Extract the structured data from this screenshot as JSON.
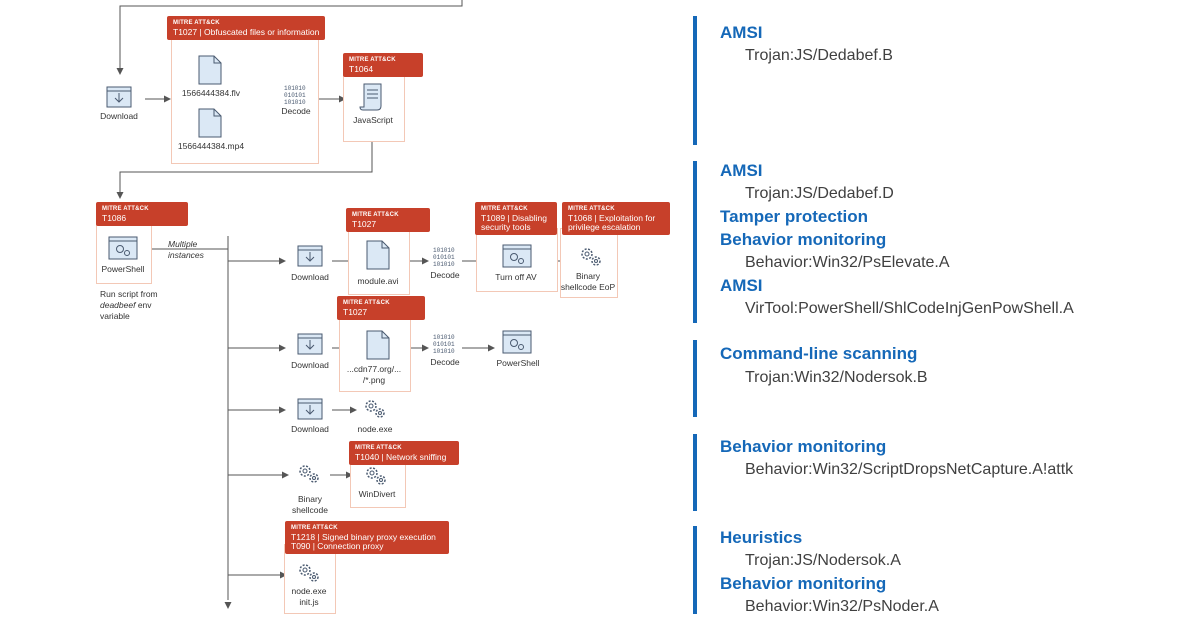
{
  "tags": {
    "t1027a": {
      "small": "MITRE ATT&CK",
      "main": "T1027 | Obfuscated files or information"
    },
    "t1064": {
      "small": "MITRE ATT&CK",
      "main": "T1064"
    },
    "t1086": {
      "small": "MITRE ATT&CK",
      "main": "T1086"
    },
    "t1027b": {
      "small": "MITRE ATT&CK",
      "main": "T1027"
    },
    "t1089": {
      "small": "MITRE ATT&CK",
      "main": "T1089 | Disabling security tools"
    },
    "t1068": {
      "small": "MITRE ATT&CK",
      "main": "T1068 | Exploitation for privilege escalation"
    },
    "t1027c": {
      "small": "MITRE ATT&CK",
      "main": "T1027"
    },
    "t1040": {
      "small": "MITRE ATT&CK",
      "main": "T1040 | Network sniffing"
    },
    "t1218": {
      "small": "MITRE ATT&CK",
      "main": "T1218 | Signed binary proxy execution",
      "main2": "T090 | Connection proxy"
    }
  },
  "labels": {
    "download1": "Download",
    "file_flv": "1566444384.flv",
    "file_mp4": "1566444384.mp4",
    "decode1": "Decode",
    "javascript": "JavaScript",
    "powershell1": "PowerShell",
    "run_script_1": "Run script from",
    "run_script_2": "deadbeef",
    "run_script_2b": " env",
    "run_script_3": "variable",
    "multiple_1": "Multiple",
    "multiple_2": "instances",
    "download2": "Download",
    "module_avi": "module.avi",
    "decode2": "Decode",
    "turn_off_av": "Turn off AV",
    "binary_eop_1": "Binary",
    "binary_eop_2": "shellcode EoP",
    "download3": "Download",
    "cdn_1": "...cdn77.org/...",
    "cdn_2": "/*.png",
    "decode3": "Decode",
    "powershell2": "PowerShell",
    "download4": "Download",
    "node_exe1": "node.exe",
    "binary_sc_1": "Binary",
    "binary_sc_2": "shellcode",
    "windivert": "WinDivert",
    "node_exe2": "node.exe",
    "init_js": "init.js"
  },
  "detections": [
    {
      "entries": [
        {
          "head": "AMSI",
          "detail": "Trojan:JS/Dedabef.B"
        }
      ]
    },
    {
      "entries": [
        {
          "head": "AMSI",
          "detail": "Trojan:JS/Dedabef.D"
        },
        {
          "head": "Tamper protection",
          "detail": ""
        },
        {
          "head": "Behavior monitoring",
          "detail": "Behavior:Win32/PsElevate.A"
        },
        {
          "head": "AMSI",
          "detail": "VirTool:PowerShell/ShlCodeInjGenPowShell.A"
        }
      ]
    },
    {
      "entries": [
        {
          "head": "Command-line scanning",
          "detail": "Trojan:Win32/Nodersok.B"
        }
      ]
    },
    {
      "entries": [
        {
          "head": "Behavior monitoring",
          "detail": "Behavior:Win32/ScriptDropsNetCapture.A!attk"
        }
      ]
    },
    {
      "entries": [
        {
          "head": "Heuristics",
          "detail": "Trojan:JS/Nodersok.A"
        },
        {
          "head": "Behavior monitoring",
          "detail": "Behavior:Win32/PsNoder.A"
        }
      ]
    }
  ],
  "colors": {
    "accent": "#1568b8",
    "tag": "#c7402a",
    "box_border": "#f3c8b6",
    "icon_fill": "#dbe8f5",
    "icon_stroke": "#4a5a70"
  }
}
